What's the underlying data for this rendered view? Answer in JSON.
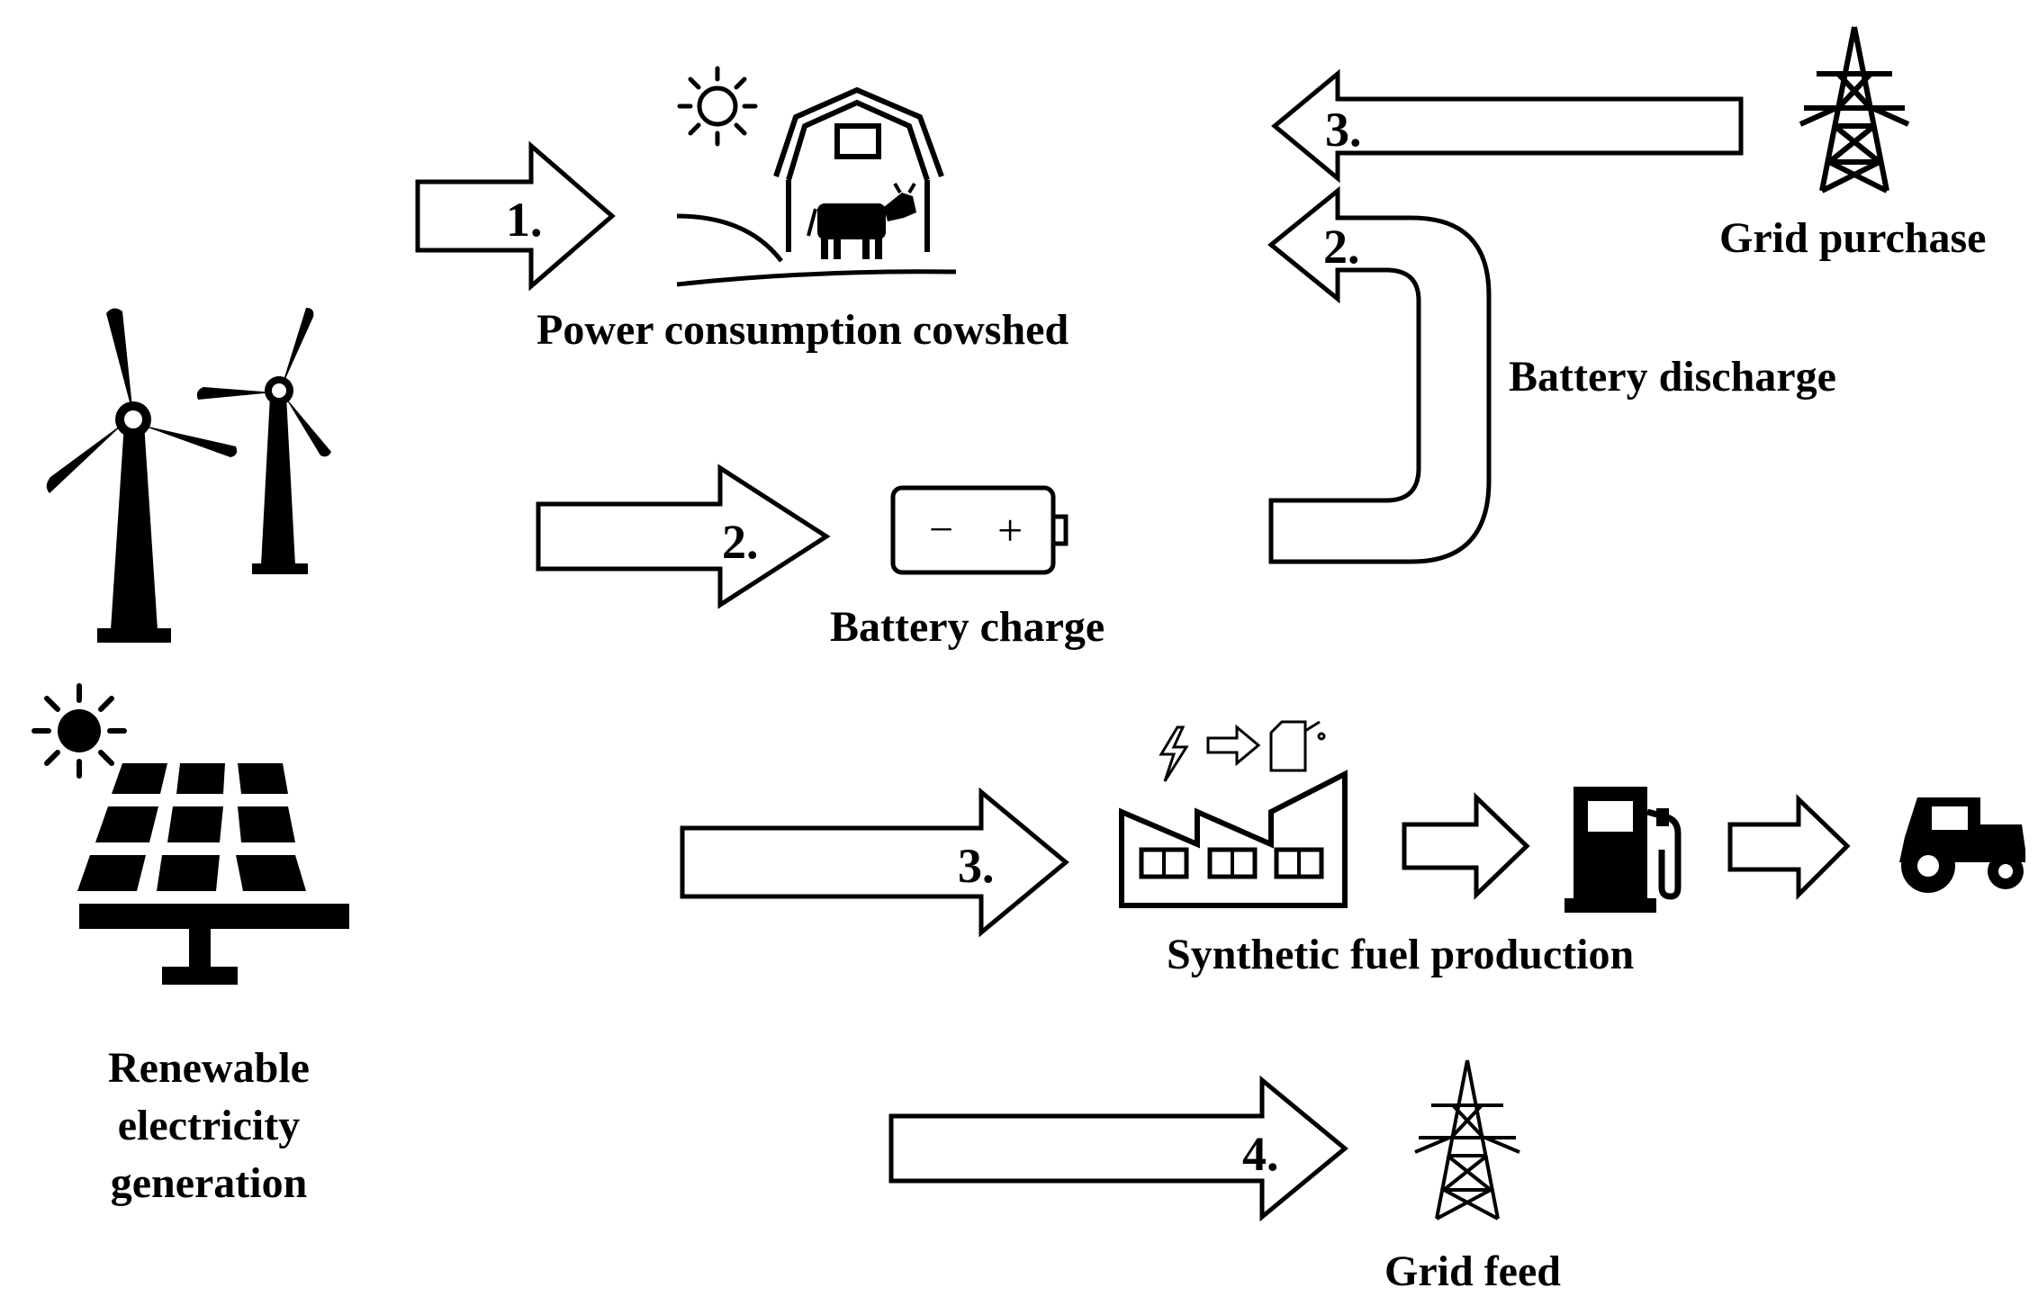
{
  "labels": {
    "renewable_line1": "Renewable",
    "renewable_line2": "electricity",
    "renewable_line3": "generation",
    "cowshed": "Power consumption  cowshed",
    "battery_charge": "Battery charge",
    "battery_discharge": "Battery discharge",
    "grid_purchase": "Grid purchase",
    "synthetic_fuel": "Synthetic fuel production",
    "grid_feed": "Grid feed"
  },
  "arrows": {
    "a1": "1.",
    "a2": "2.",
    "a3": "3.",
    "a4": "4.",
    "discharge": "2.",
    "purchase": "3."
  },
  "battery_symbols": {
    "minus": "−",
    "plus": "+"
  },
  "icons": [
    "sun-icon",
    "wind-turbine-icon",
    "solar-panel-icon",
    "barn-icon",
    "cow-icon",
    "battery-icon",
    "transmission-tower-icon",
    "factory-icon",
    "lightning-icon",
    "fuel-canister-icon",
    "fuel-pump-icon",
    "tractor-icon"
  ],
  "colors": {
    "ink": "#000000",
    "paper": "#ffffff"
  }
}
